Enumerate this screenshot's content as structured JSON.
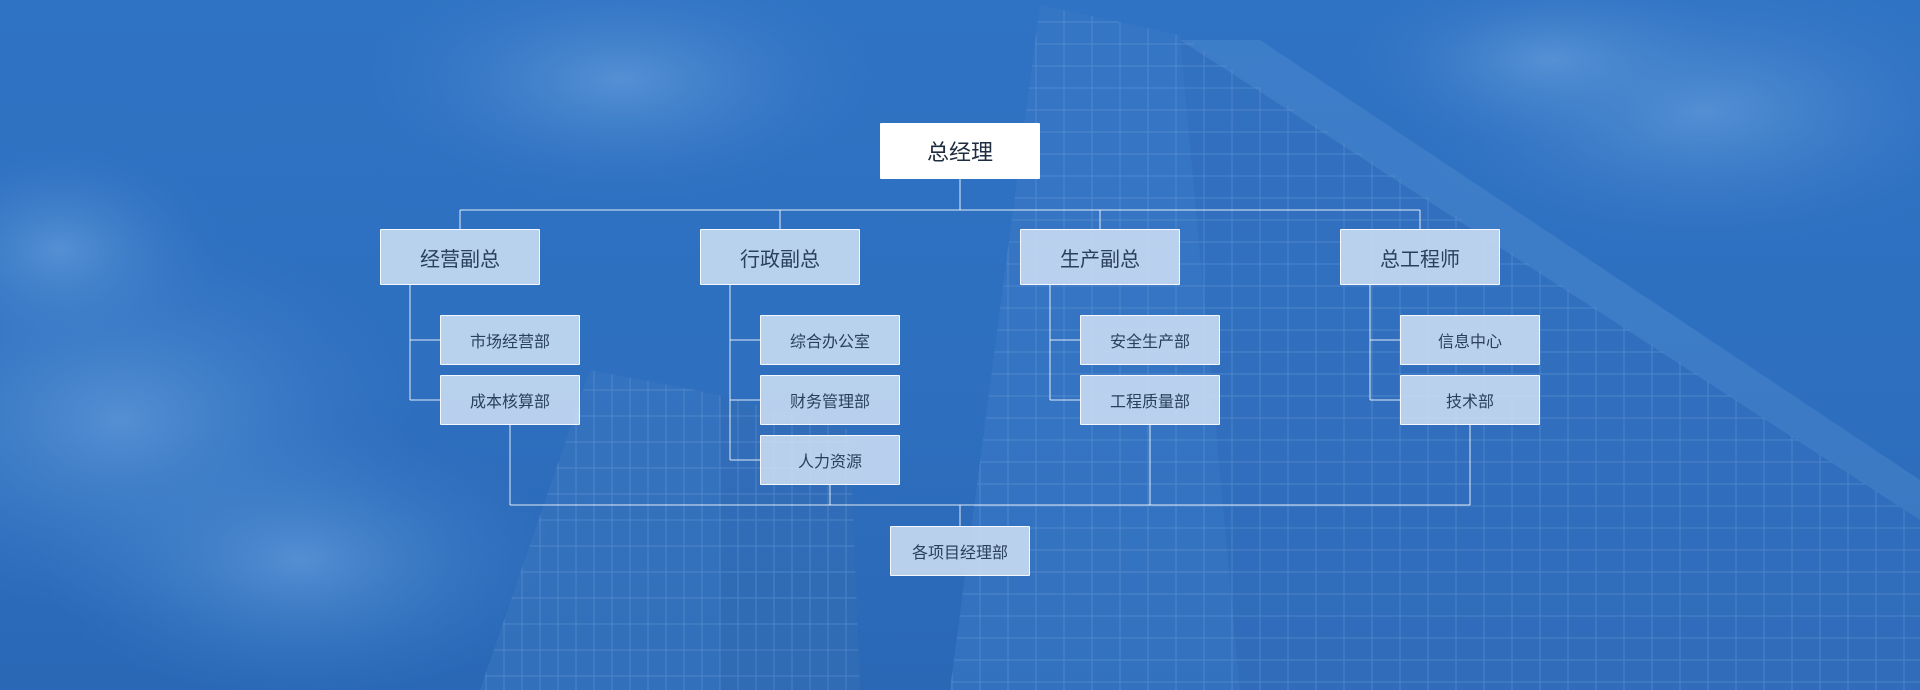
{
  "org": {
    "top": "总经理",
    "vp_business": "经营副总",
    "vp_admin": "行政副总",
    "vp_production": "生产副总",
    "chief_engineer": "总工程师",
    "dept_market": "市场经营部",
    "dept_cost": "成本核算部",
    "dept_office": "综合办公室",
    "dept_finance": "财务管理部",
    "dept_hr": "人力资源",
    "dept_safety": "安全生产部",
    "dept_quality": "工程质量部",
    "dept_info": "信息中心",
    "dept_tech": "技术部",
    "project_mgmt": "各项目经理部"
  },
  "colors": {
    "background": "#2f73c4",
    "box_fill": "#cfe1f5",
    "top_box_fill": "#ffffff",
    "line": "#ffffff",
    "text": "#2a3f5c"
  }
}
